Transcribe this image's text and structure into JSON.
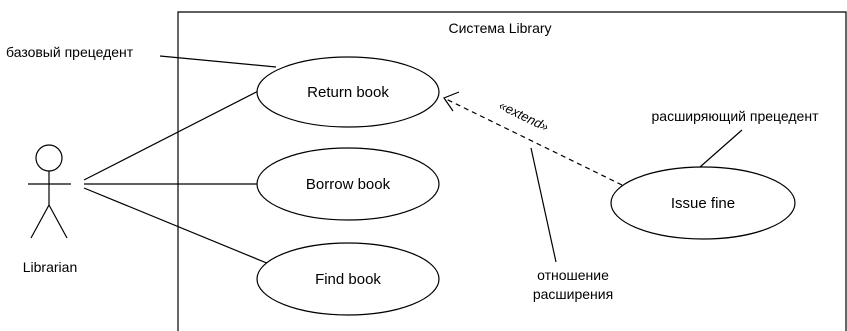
{
  "system": {
    "title": "Система Library"
  },
  "actor": {
    "name": "Librarian"
  },
  "use_cases": {
    "return_book": "Return book",
    "borrow_book": "Borrow book",
    "find_book": "Find book",
    "issue_fine": "Issue fine"
  },
  "relationship": {
    "stereotype": "«extend»"
  },
  "annotations": {
    "base_use_case": "базовый прецедент",
    "extending_use_case": "расширяющий прецедент",
    "extend_relationship_line1": "отношение",
    "extend_relationship_line2": "расширения"
  }
}
